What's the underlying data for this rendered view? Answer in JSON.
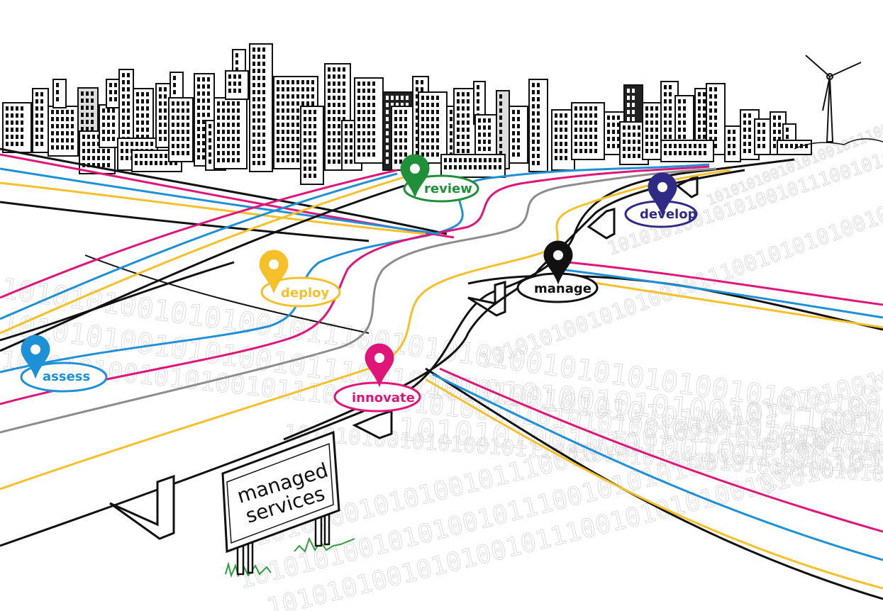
{
  "illustration": {
    "sign": {
      "line1": "managed",
      "line2": "services"
    },
    "binary_text": "1010101001010100101110010101010010101010100101010100101010",
    "milestones": [
      {
        "id": "assess",
        "label": "assess",
        "color": "#1e90d6"
      },
      {
        "id": "deploy",
        "label": "deploy",
        "color": "#f5c02a"
      },
      {
        "id": "review",
        "label": "review",
        "color": "#1f8f3a"
      },
      {
        "id": "innovate",
        "label": "innovate",
        "color": "#e0157a"
      },
      {
        "id": "manage",
        "label": "manage",
        "color": "#111111"
      },
      {
        "id": "develop",
        "label": "develop",
        "color": "#2e2a86"
      }
    ],
    "road_line_colors": {
      "blue": "#1e90d6",
      "magenta": "#e0157a",
      "gray": "#8c8c8c",
      "yellow": "#f5c02a",
      "black": "#111111"
    },
    "icons": [
      "city-skyline-icon",
      "wind-turbine-icon",
      "location-pin-icon",
      "signpost-icon",
      "grass-icon"
    ]
  }
}
